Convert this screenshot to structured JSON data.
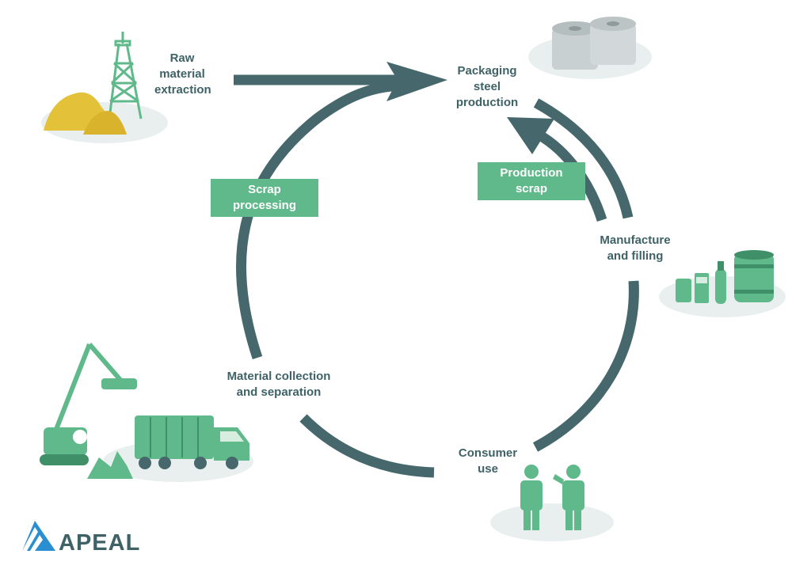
{
  "stages": {
    "raw_material": {
      "line1": "Raw",
      "line2": "material",
      "line3": "extraction"
    },
    "packaging": {
      "line1": "Packaging",
      "line2": "steel",
      "line3": "production"
    },
    "manufacture": {
      "line1": "Manufacture",
      "line2": "and filling"
    },
    "consumer": {
      "line1": "Consumer",
      "line2": "use"
    },
    "collection": {
      "line1": "Material collection",
      "line2": "and separation"
    }
  },
  "boxes": {
    "scrap_processing": {
      "line1": "Scrap",
      "line2": "processing"
    },
    "production_scrap": {
      "line1": "Production",
      "line2": "scrap"
    }
  },
  "logo": {
    "text": "APEAL"
  },
  "colors": {
    "arrow": "#46676b",
    "green": "#5fb98a",
    "green_dark": "#3f8f69",
    "yellow": "#e3c23a",
    "shadow": "#e9eeee",
    "steel": "#c4cccd",
    "logo_blue": "#2a8fd0"
  }
}
